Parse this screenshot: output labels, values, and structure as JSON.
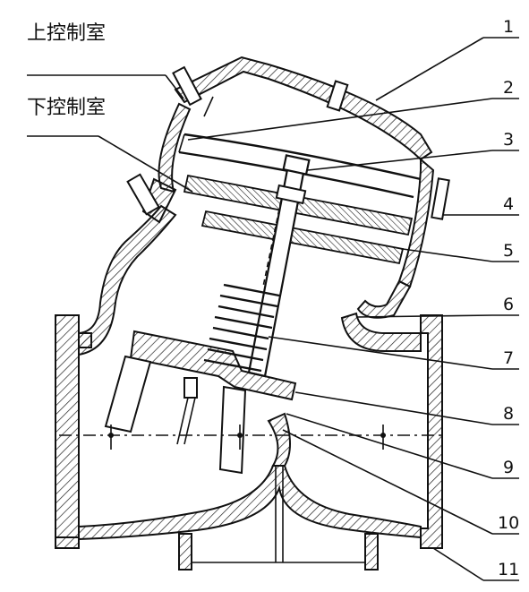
{
  "labels": {
    "upper_chamber": "上控制室",
    "lower_chamber": "下控制室"
  },
  "callouts": [
    "1",
    "2",
    "3",
    "4",
    "5",
    "6",
    "7",
    "8",
    "9",
    "10",
    "11"
  ]
}
